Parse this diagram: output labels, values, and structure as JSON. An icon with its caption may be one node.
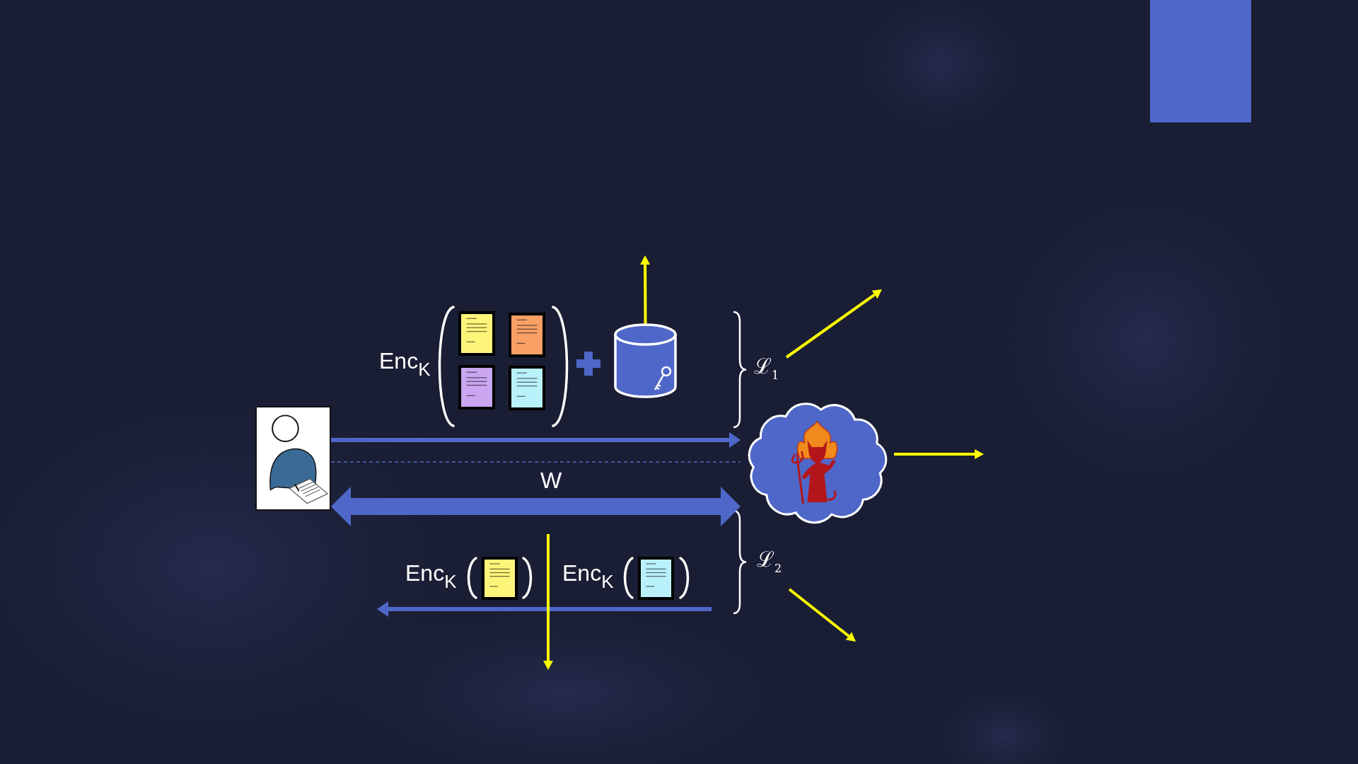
{
  "diagram": {
    "nodes": [
      {
        "text": [],
        "shape": "picture"
      },
      {
        "text": [],
        "shape": "cloud"
      },
      {
        "text": [],
        "shape": "cylinder"
      },
      {
        "text": [
          "ℒ$_{1}$"
        ]
      },
      {
        "text": [
          "ℒ$_{2}$"
        ]
      }
    ],
    "edges": [
      {
        "from": 0,
        "to": 1,
        "arrow": "to",
        "color": "#4f67c8"
      },
      {
        "from": 0,
        "to": 1,
        "arrow": "none",
        "style": "dashed",
        "color": "#4f67c8"
      },
      {
        "from": 0,
        "to": 1,
        "arrow": "both",
        "label": "W",
        "style": "thick",
        "color": "#4f67c8"
      },
      {
        "from": 2,
        "to": null,
        "arrow": "to",
        "color": "#ffff00"
      },
      {
        "from": 3,
        "to": null,
        "arrow": "to",
        "color": "#ffff00"
      },
      {
        "from": 1,
        "to": null,
        "arrow": "to",
        "color": "#ffff00"
      },
      {
        "from": 4,
        "to": null,
        "arrow": "to",
        "color": "#ffff00"
      }
    ],
    "labels": [
      "Enc$_{K}$",
      "Enc$_{K}$",
      "Enc$_{K}$"
    ]
  }
}
